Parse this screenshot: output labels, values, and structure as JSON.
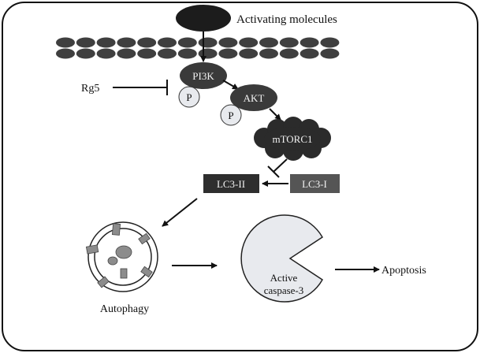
{
  "labels": {
    "activating": "Activating molecules",
    "pi3k": "PI3K",
    "p1": "P",
    "rg5": "Rg5",
    "akt": "AKT",
    "p2": "P",
    "mtorc1": "mTORC1",
    "lc3ii": "LC3-II",
    "lc3i": "LC3-I",
    "caspase_line1": "Active",
    "caspase_line2": "caspase-3",
    "apoptosis": "Apoptosis",
    "autophagy": "Autophagy"
  },
  "colors": {
    "border": "#111111",
    "membrane": "#3f3f3f",
    "dark_node": "#2b2b2b",
    "mid_node": "#4a4a4a",
    "light_fill": "#e8eaee",
    "lc3i_fill": "#555555",
    "lc3ii_fill": "#2e2e2e",
    "particle": "#8c8c8c"
  }
}
